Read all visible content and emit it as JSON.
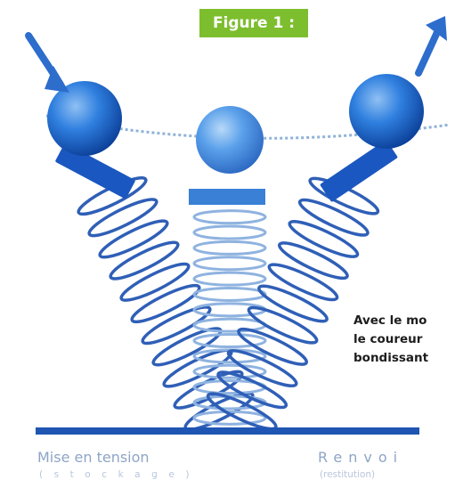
{
  "figure_label": "Figure 1 :",
  "caption_lines": [
    "Avec le mo",
    "le coureur",
    "bondissant"
  ],
  "labels": {
    "left_main": "Mise en tension",
    "left_sub": "( s t o c k a g e )",
    "right_main": "Renvoi",
    "right_sub": "(restitution)"
  },
  "colors": {
    "badge": "#7dbe2f",
    "ball": "#1c61c4",
    "spring": "#2f5fb7",
    "ground": "#1f55b3"
  }
}
